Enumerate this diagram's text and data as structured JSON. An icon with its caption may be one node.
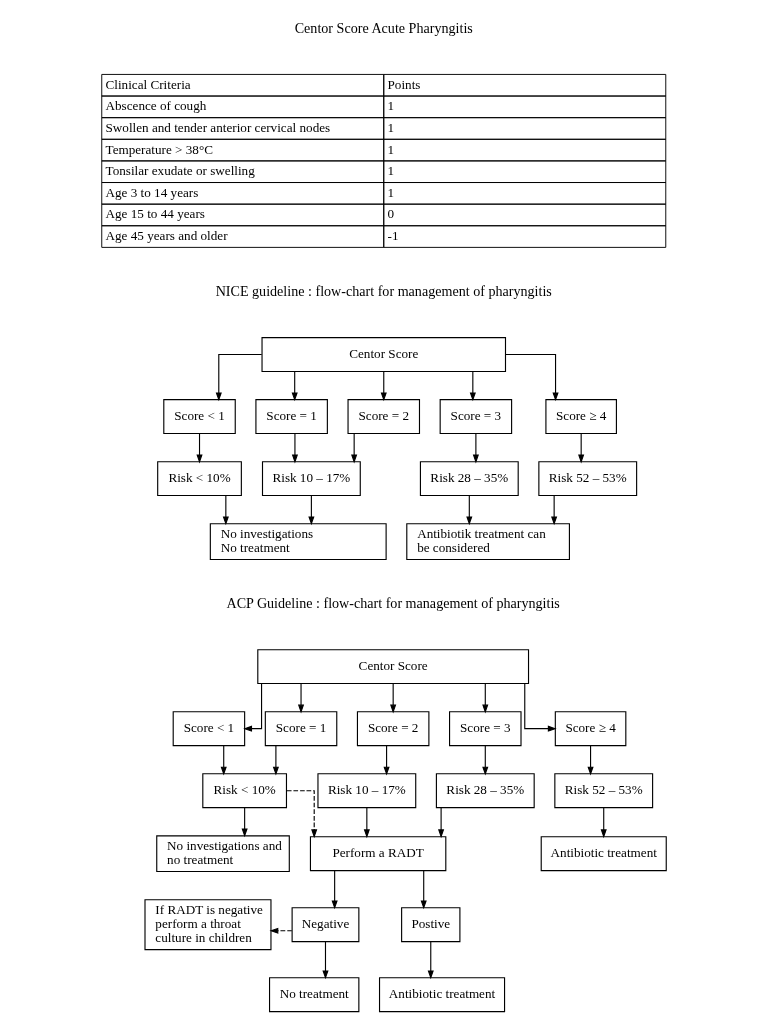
{
  "diagram": {
    "nodes": [
      {
        "text": [
          "Centor Score"
        ]
      },
      {
        "text": [
          "Score < 1"
        ]
      },
      {
        "text": [
          "Score = 1"
        ]
      },
      {
        "text": [
          "Score = 2"
        ]
      },
      {
        "text": [
          "Score = 3"
        ]
      },
      {
        "text": [
          "Score ≥ 4"
        ]
      },
      {
        "text": [
          "Risk < 10%"
        ]
      },
      {
        "text": [
          "Risk 10 – 17%"
        ]
      },
      {
        "text": [
          "Risk 28 – 35%"
        ]
      },
      {
        "text": [
          "Risk 52 – 53%"
        ]
      },
      {
        "text": [
          "No investigations",
          "No treatment"
        ]
      },
      {
        "text": [
          "Antibiotik treatment can be considered"
        ]
      },
      {
        "text": [
          "Centor Score"
        ]
      },
      {
        "text": [
          "Score < 1"
        ]
      },
      {
        "text": [
          "Score = 1"
        ]
      },
      {
        "text": [
          "Score = 2"
        ]
      },
      {
        "text": [
          "Score = 3"
        ]
      },
      {
        "text": [
          "Score ≥ 4"
        ]
      },
      {
        "text": [
          "Risk < 10%"
        ]
      },
      {
        "text": [
          "Risk 10 – 17%"
        ]
      },
      {
        "text": [
          "Risk 28 – 35%"
        ]
      },
      {
        "text": [
          "Risk 52 – 53%"
        ]
      },
      {
        "text": [
          "No investigations and no treatment"
        ]
      },
      {
        "text": [
          "Perform a RADT"
        ]
      },
      {
        "text": [
          "Antibiotic treatment"
        ]
      },
      {
        "text": [
          "If RADT is negative perform a throat culture in children"
        ]
      },
      {
        "text": [
          "Negative"
        ]
      },
      {
        "text": [
          "Postive"
        ]
      },
      {
        "text": [
          "No treatment"
        ]
      },
      {
        "text": [
          "Antibiotic treatment"
        ]
      }
    ],
    "edges": [
      {
        "from": 0,
        "to": 1,
        "arrow": "to"
      },
      {
        "from": 0,
        "to": 2,
        "arrow": "to"
      },
      {
        "from": 0,
        "to": 3,
        "arrow": "to"
      },
      {
        "from": 0,
        "to": 4,
        "arrow": "to"
      },
      {
        "from": 0,
        "to": 5,
        "arrow": "to"
      },
      {
        "from": 1,
        "to": 6,
        "arrow": "to"
      },
      {
        "from": 2,
        "to": 7,
        "arrow": "to"
      },
      {
        "from": 3,
        "to": 7,
        "arrow": "to"
      },
      {
        "from": 4,
        "to": 8,
        "arrow": "to"
      },
      {
        "from": 5,
        "to": 9,
        "arrow": "to"
      },
      {
        "from": 6,
        "to": 10,
        "arrow": "to"
      },
      {
        "from": 7,
        "to": 10,
        "arrow": "to"
      },
      {
        "from": 8,
        "to": 11,
        "arrow": "to"
      },
      {
        "from": 9,
        "to": 11,
        "arrow": "to"
      },
      {
        "from": 12,
        "to": 13,
        "arrow": "to"
      },
      {
        "from": 12,
        "to": 14,
        "arrow": "to"
      },
      {
        "from": 12,
        "to": 15,
        "arrow": "to"
      },
      {
        "from": 12,
        "to": 16,
        "arrow": "to"
      },
      {
        "from": 12,
        "to": 17,
        "arrow": "to"
      },
      {
        "from": 13,
        "to": 18,
        "arrow": "to"
      },
      {
        "from": 14,
        "to": 18,
        "arrow": "to"
      },
      {
        "from": 15,
        "to": 19,
        "arrow": "to"
      },
      {
        "from": 16,
        "to": 20,
        "arrow": "to"
      },
      {
        "from": 17,
        "to": 21,
        "arrow": "to"
      },
      {
        "from": 18,
        "to": 22,
        "arrow": "to"
      },
      {
        "from": 18,
        "to": 23,
        "arrow": "to",
        "style": "dashed"
      },
      {
        "from": 19,
        "to": 23,
        "arrow": "to"
      },
      {
        "from": 20,
        "to": 23,
        "arrow": "to"
      },
      {
        "from": 21,
        "to": 24,
        "arrow": "to"
      },
      {
        "from": 23,
        "to": 26,
        "arrow": "to"
      },
      {
        "from": 23,
        "to": 27,
        "arrow": "to"
      },
      {
        "from": 26,
        "to": 25,
        "arrow": "to",
        "style": "dashed"
      },
      {
        "from": 26,
        "to": 28,
        "arrow": "to"
      },
      {
        "from": 27,
        "to": 29,
        "arrow": "to"
      }
    ],
    "labels": [
      "Centor Score Acute Pharyngitis",
      "Clinical Criteria",
      "Points",
      "Abscence of cough",
      "1",
      "Swollen and tender anterior cervical nodes",
      "1",
      "Temperature > 38°C",
      "1",
      "Tonsilar exudate or swelling",
      "1",
      "Age 3 to 14 years",
      "1",
      "Age 15 to 44 years",
      "0",
      "Age 45 years and older",
      "-1",
      "NICE guideline : flow-chart for management of pharyngitis",
      "ACP Guideline : flow-chart for management of pharyngitis"
    ]
  }
}
